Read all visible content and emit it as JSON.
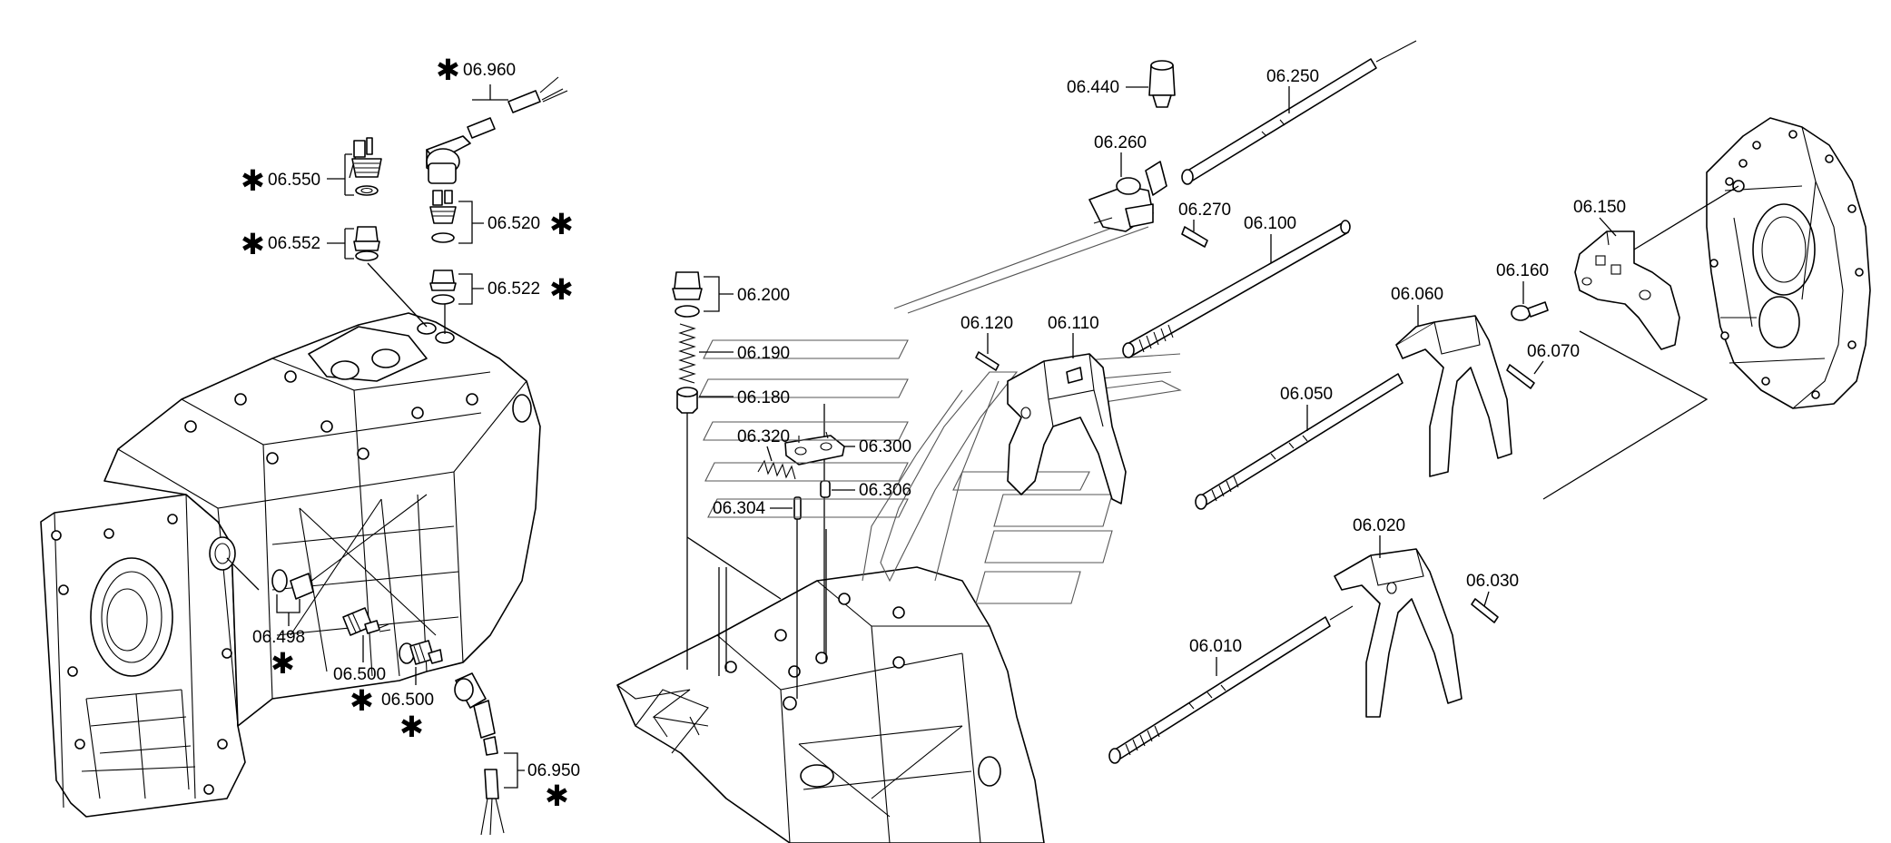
{
  "diagram": {
    "labels": {
      "p06960": "06.960",
      "p06550": "06.550",
      "p06552": "06.552",
      "p06520": "06.520",
      "p06522": "06.522",
      "p06498": "06.498",
      "p06500a": "06.500",
      "p06500b": "06.500",
      "p06950": "06.950",
      "p06200": "06.200",
      "p06190": "06.190",
      "p06180": "06.180",
      "p06320": "06.320",
      "p06300": "06.300",
      "p06304": "06.304",
      "p06306": "06.306",
      "p06440": "06.440",
      "p06250": "06.250",
      "p06260": "06.260",
      "p06270": "06.270",
      "p06100": "06.100",
      "p06120": "06.120",
      "p06110": "06.110",
      "p06150": "06.150",
      "p06160": "06.160",
      "p06060": "06.060",
      "p06070": "06.070",
      "p06050": "06.050",
      "p06020": "06.020",
      "p06030": "06.030",
      "p06010": "06.010"
    },
    "star_symbol": "✱"
  }
}
